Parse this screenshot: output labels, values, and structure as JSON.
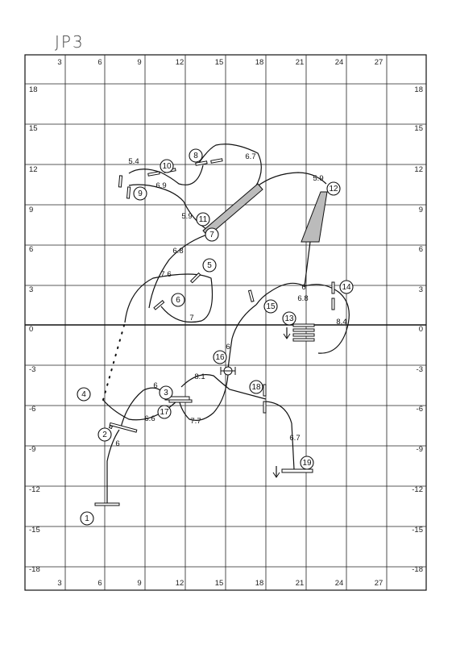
{
  "title": "JP3",
  "axes": {
    "x_ticks": [
      "3",
      "6",
      "9",
      "12",
      "15",
      "18",
      "21",
      "24",
      "27"
    ],
    "y_ticks": [
      "18",
      "15",
      "12",
      "9",
      "6",
      "3",
      "0",
      "-3",
      "-6",
      "-9",
      "-12",
      "-15",
      "-18"
    ]
  },
  "obstacles": [
    {
      "number": "1"
    },
    {
      "number": "2"
    },
    {
      "number": "3"
    },
    {
      "number": "4"
    },
    {
      "number": "5"
    },
    {
      "number": "6"
    },
    {
      "number": "7"
    },
    {
      "number": "8"
    },
    {
      "number": "9"
    },
    {
      "number": "10"
    },
    {
      "number": "11"
    },
    {
      "number": "12"
    },
    {
      "number": "13"
    },
    {
      "number": "14"
    },
    {
      "number": "15"
    },
    {
      "number": "16"
    },
    {
      "number": "17"
    },
    {
      "number": "18"
    },
    {
      "number": "19"
    }
  ],
  "distances": [
    "6",
    "6.6",
    "6",
    "8.1",
    "7.7",
    "7",
    "7.6",
    "6.8",
    "5.9",
    "5.4",
    "6.9",
    "6.7",
    "5.9",
    "6",
    "6.8",
    "8.4",
    "6",
    "6.7"
  ]
}
